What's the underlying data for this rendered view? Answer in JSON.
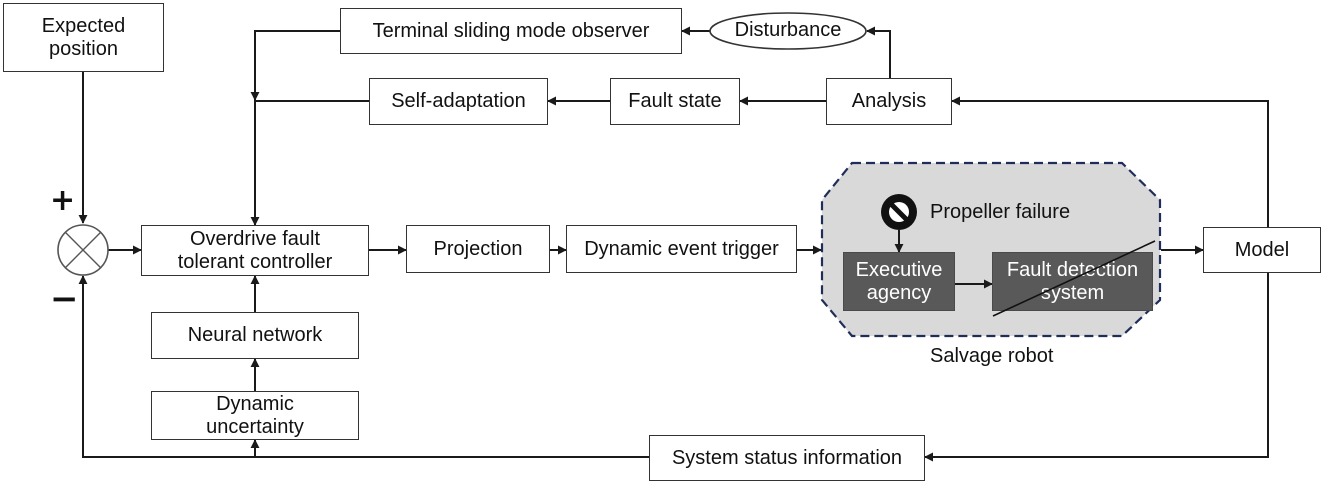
{
  "diagram": {
    "expected_position": "Expected\nposition",
    "terminal_sliding_mode_observer": "Terminal sliding mode observer",
    "disturbance": "Disturbance",
    "self_adaptation": "Self-adaptation",
    "fault_state": "Fault state",
    "analysis": "Analysis",
    "controller": "Overdrive fault\ntolerant controller",
    "projection": "Projection",
    "dynamic_event_trigger": "Dynamic event trigger",
    "propeller_failure": "Propeller failure",
    "executive_agency": "Executive\nagency",
    "fault_detection_system": "Fault detection\nsystem",
    "salvage_robot": "Salvage robot",
    "model": "Model",
    "neural_network": "Neural network",
    "dynamic_uncertainty": "Dynamic\nuncertainty",
    "system_status_information": "System status information",
    "plus_sign": "+",
    "minus_sign": "−"
  },
  "colors": {
    "line": "#1a1a1a",
    "robot_fill": "#d9d9d9",
    "robot_border": "#1f2d5a",
    "dark_block": "#595959"
  }
}
